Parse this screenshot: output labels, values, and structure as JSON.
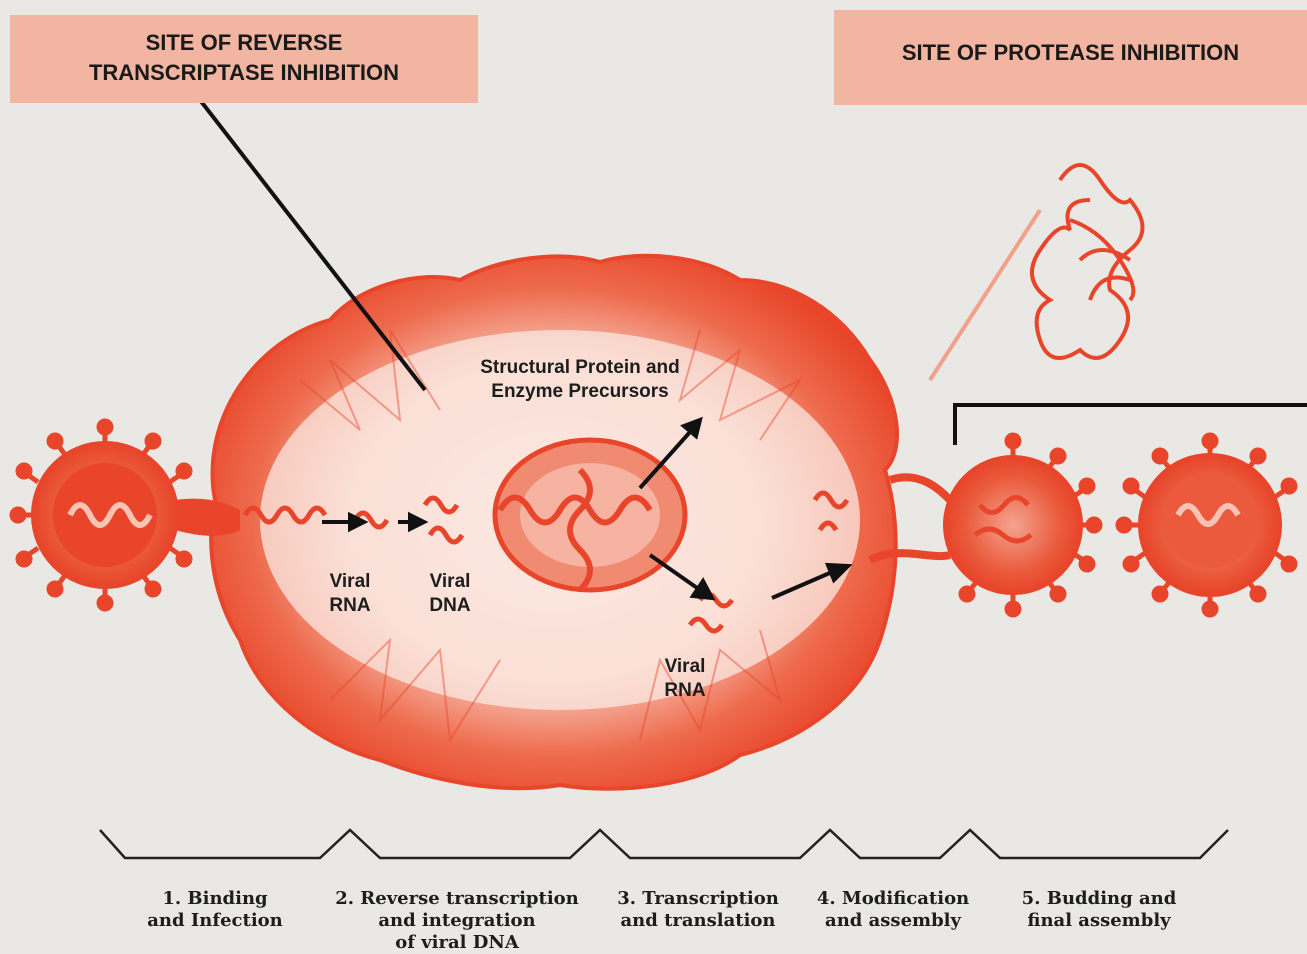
{
  "banners": {
    "reverse_transcriptase": [
      "SITE OF REVERSE",
      "TRANSCRIPTASE INHIBITION"
    ],
    "protease": "SITE OF PROTEASE INHIBITION"
  },
  "labels": {
    "structural": [
      "Structural Protein and",
      "Enzyme Precursors"
    ],
    "viral_rna_1": [
      "Viral",
      "RNA"
    ],
    "viral_dna": [
      "Viral",
      "DNA"
    ],
    "viral_rna_2": [
      "Viral",
      "RNA"
    ]
  },
  "steps": [
    {
      "lines": [
        "1. Binding",
        "and Infection"
      ]
    },
    {
      "lines": [
        "2. Reverse transcription",
        "and integration",
        "of viral DNA"
      ]
    },
    {
      "lines": [
        "3. Transcription",
        "and translation"
      ]
    },
    {
      "lines": [
        "4. Modification",
        "and assembly"
      ]
    },
    {
      "lines": [
        "5. Budding and",
        "final assembly"
      ]
    }
  ],
  "colors": {
    "cell": "#e8452a",
    "cell_light": "#f4a48f",
    "banner": "#f2b5a2",
    "ink": "#1a1a1a"
  }
}
